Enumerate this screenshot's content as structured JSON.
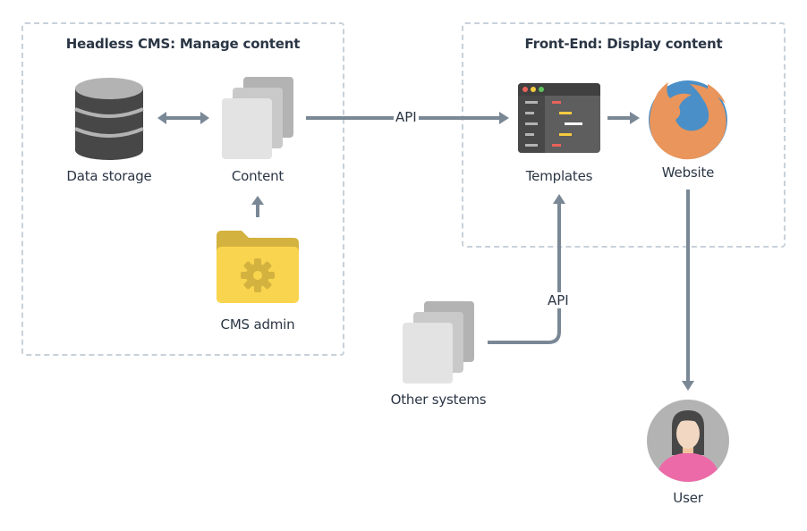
{
  "groups": {
    "cms": {
      "title": "Headless CMS: Manage content"
    },
    "frontend": {
      "title": "Front-End: Display content"
    }
  },
  "nodes": {
    "data_storage": {
      "label": "Data storage",
      "icon": "database-icon"
    },
    "content": {
      "label": "Content",
      "icon": "documents-stack-icon"
    },
    "cms_admin": {
      "label": "CMS admin",
      "icon": "folder-gear-icon"
    },
    "templates": {
      "label": "Templates",
      "icon": "code-editor-window-icon"
    },
    "website": {
      "label": "Website",
      "icon": "firefox-browser-icon"
    },
    "other_systems": {
      "label": "Other systems",
      "icon": "documents-stack-icon"
    },
    "user": {
      "label": "User",
      "icon": "user-avatar-icon"
    }
  },
  "edges": {
    "content_to_templates": {
      "label": "API"
    },
    "other_to_templates": {
      "label": "API"
    }
  },
  "colors": {
    "arrow": "#7a8896",
    "group_border": "#c7d1da",
    "text": "#2b3645",
    "folder": "#f9d44e",
    "folder_tab": "#d4b23f",
    "firefox_orange": "#e9955b",
    "firefox_blue": "#4a8fc8",
    "user_shirt": "#ec6aa8"
  }
}
